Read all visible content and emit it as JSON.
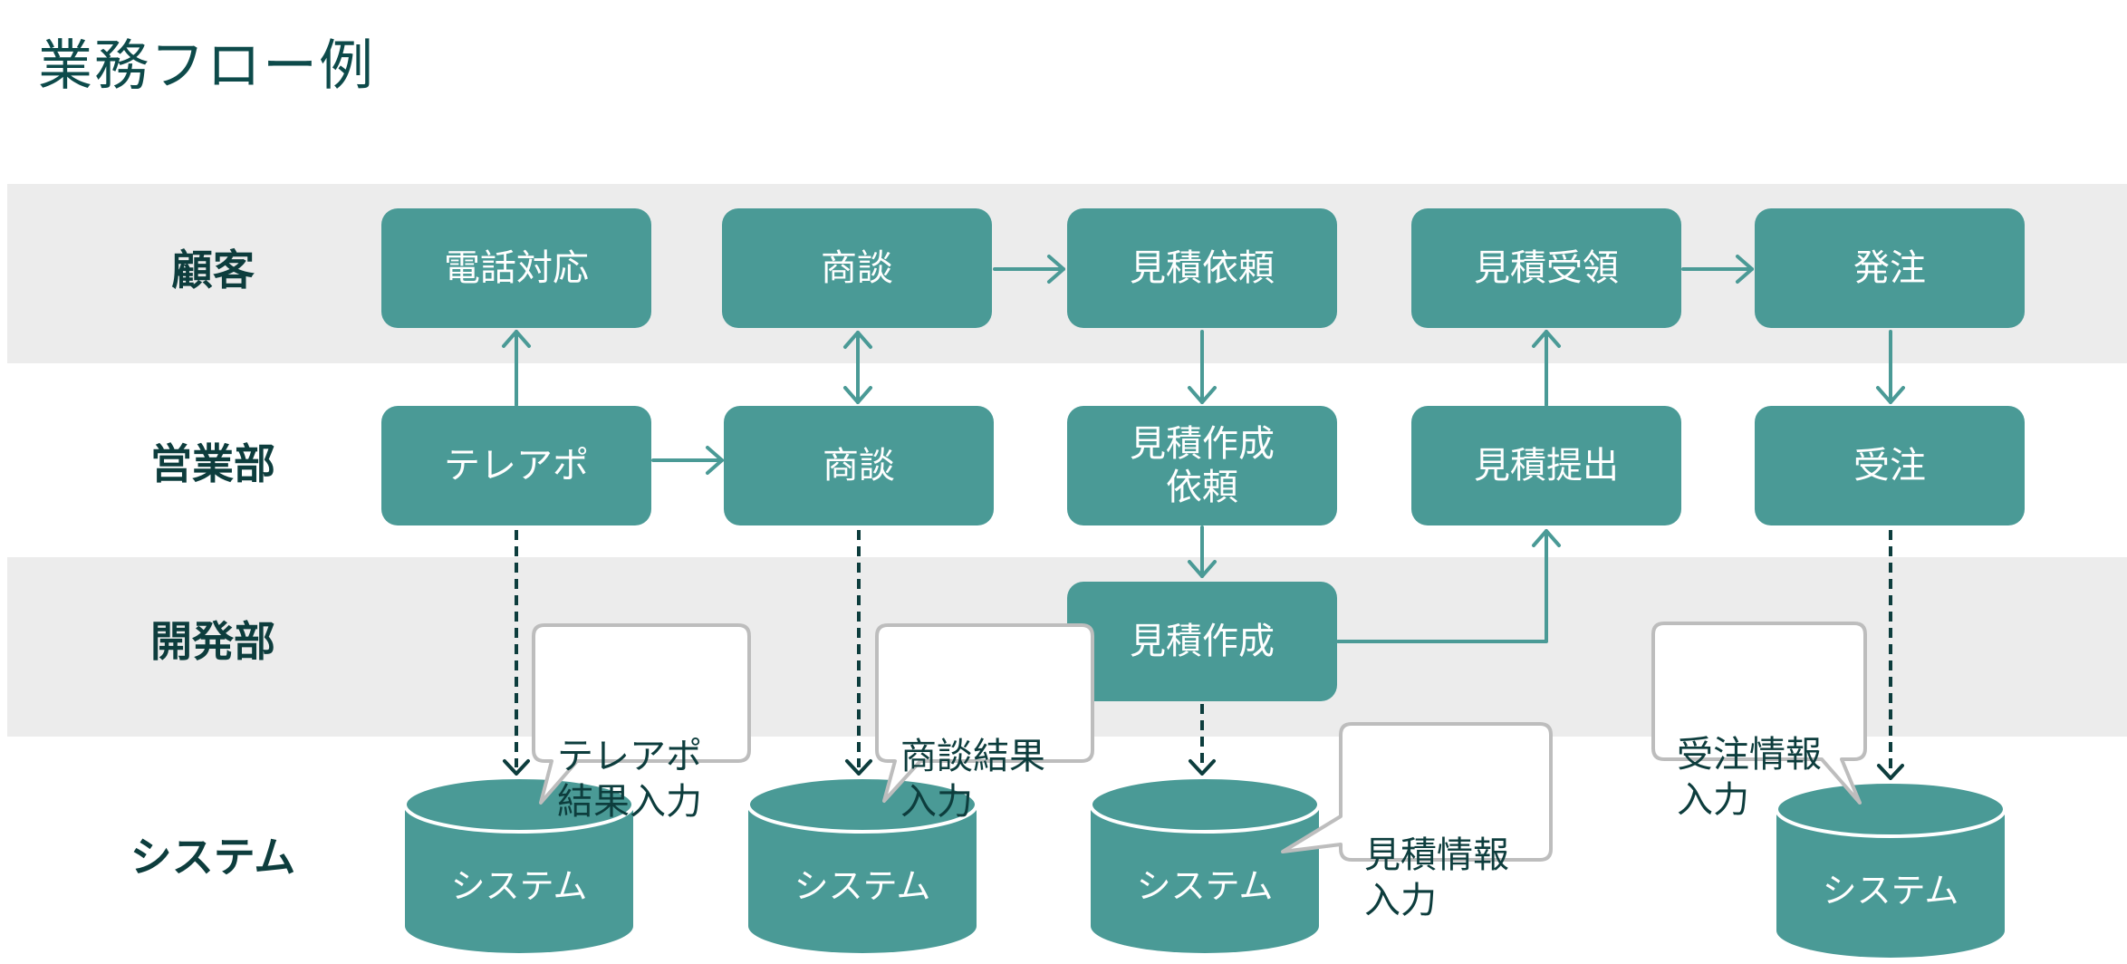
{
  "title": "業務フロー例",
  "lanes": [
    "顧客",
    "営業部",
    "開発部",
    "システム"
  ],
  "boxes": {
    "denwa": "電話対応",
    "shodan_customer": "商談",
    "mitsumori_irai": "見積依頼",
    "mitsumori_juryo": "見積受領",
    "hatchu": "発注",
    "tereapo": "テレアポ",
    "shodan_sales": "商談",
    "mitsumori_sakusei_irai": "見積作成\n依頼",
    "mitsumori_teishutsu": "見積提出",
    "juchu": "受注",
    "mitsumori_sakusei": "見積作成"
  },
  "systems": [
    "システム",
    "システム",
    "システム",
    "システム"
  ],
  "callouts": {
    "tereapo": "テレアポ\n結果入力",
    "shodan": "商談結果\n入力",
    "mitsumori": "見積情報\n入力",
    "juchu": "受注情報\n入力"
  },
  "colors": {
    "box": "#4a9a96",
    "band": "#ececec",
    "arrow": "#4a9a96",
    "dashed": "#0d3d3d",
    "callout_border": "#bdbdbd"
  }
}
